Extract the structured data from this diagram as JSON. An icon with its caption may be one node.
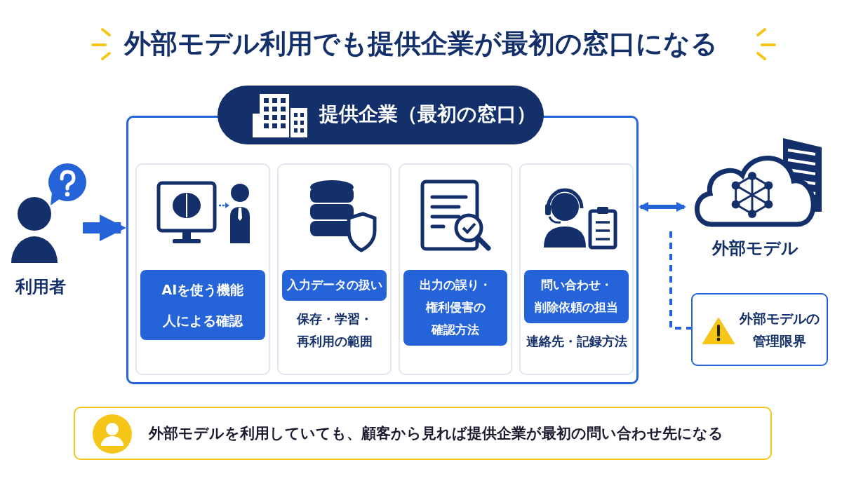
{
  "diagram": {
    "title": "外部モデル利用でも提供企業が最初の窓口になる",
    "nodes": [
      {
        "text": [
          "利用者"
        ]
      },
      {
        "text": [
          "提供企業（最初の窓口）"
        ]
      },
      {
        "text": [
          "AIを使う機能",
          "人による確認"
        ],
        "in": 1
      },
      {
        "text": [
          "入力データの扱い",
          "保存・学習・再利用の範囲"
        ],
        "in": 1
      },
      {
        "text": [
          "出力の誤り・権利侵害の確認方法"
        ],
        "in": 1
      },
      {
        "text": [
          "問い合わせ・削除依頼の担当",
          "連絡先・記録方法"
        ],
        "in": 1
      },
      {
        "text": [
          "外部モデル"
        ]
      },
      {
        "text": [
          "外部モデルの管理限界"
        ]
      },
      {
        "text": [
          "外部モデルを利用していても、顧客から見れば提供企業が最初の問い合わせ先になる"
        ]
      }
    ],
    "edges": [
      {
        "from": 0,
        "to": 1,
        "arrow": "to",
        "style": "thick"
      },
      {
        "from": 1,
        "to": 6,
        "arrow": "both"
      },
      {
        "from": 6,
        "to": 7,
        "arrow": "none",
        "style": "dashed"
      }
    ]
  }
}
